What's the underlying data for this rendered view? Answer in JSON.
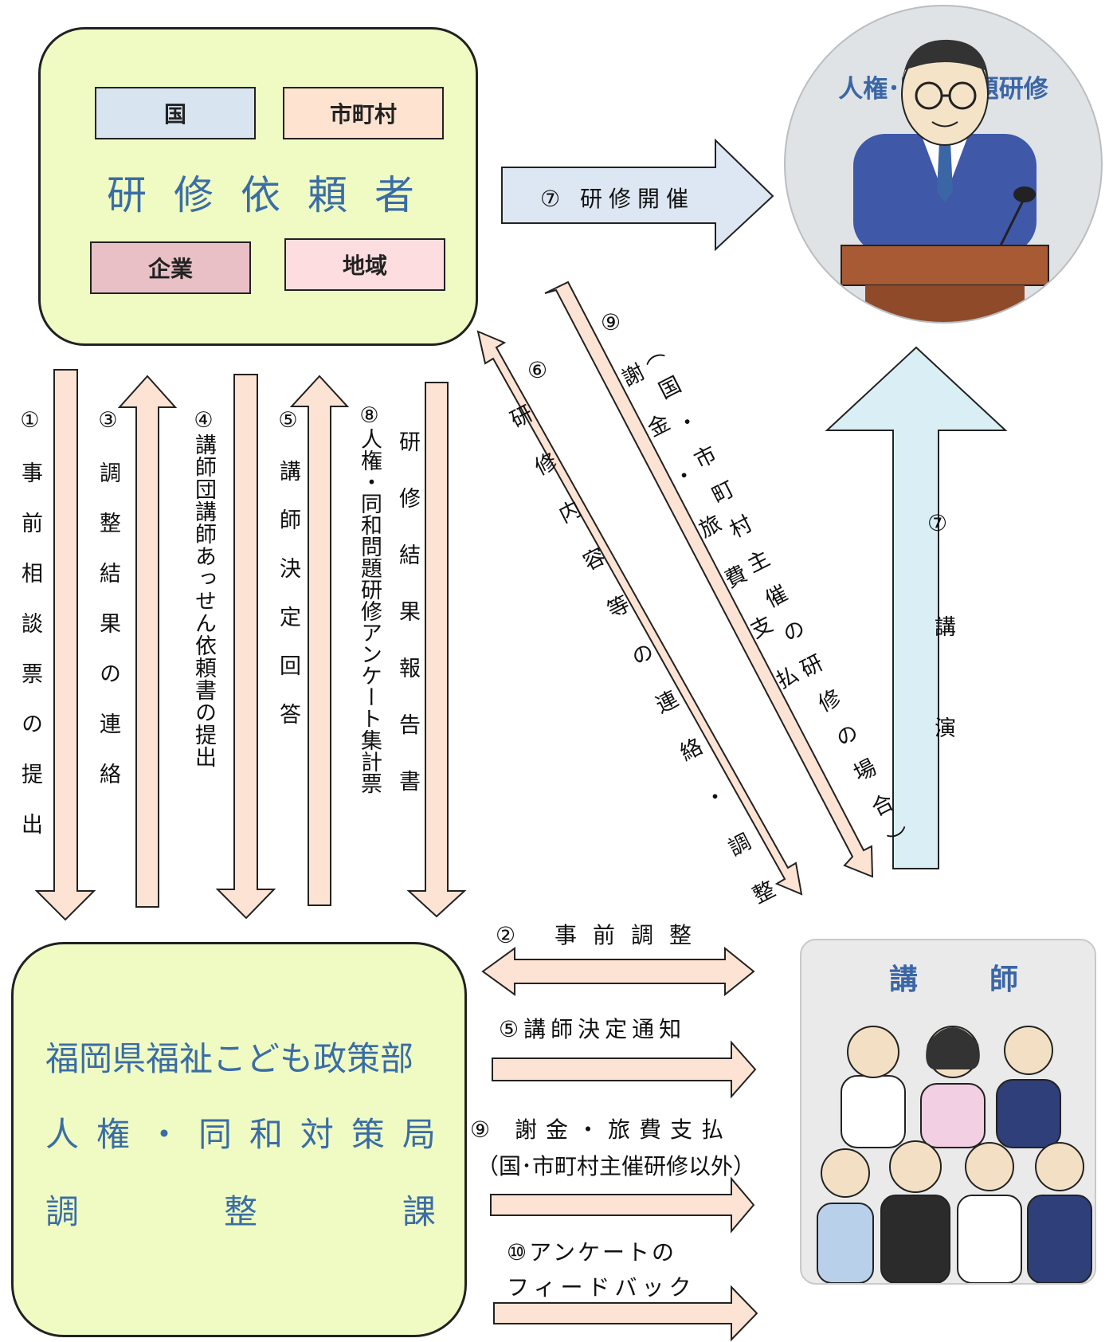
{
  "requester": {
    "title": "研修依頼者",
    "tags": [
      "国",
      "市町村",
      "企業",
      "地域"
    ],
    "tag_colors": [
      "#d9e4f1",
      "#fde3d0",
      "#e8c0c6",
      "#fddde0"
    ]
  },
  "office": {
    "line1": "福岡県福祉こども政策部",
    "line2": [
      "人",
      "権",
      "・",
      "同",
      "和",
      "対",
      "策",
      "局"
    ],
    "line3": [
      "調",
      "整",
      "課"
    ]
  },
  "seminar": {
    "title": "人権･同和問題研修"
  },
  "lecturers": {
    "title": [
      "講",
      "師"
    ]
  },
  "flows": {
    "f1": "①事前相談票の提出",
    "f3": "③調整結果の連絡",
    "f4": "④講師団講師あっせん依頼書の提出",
    "f5": "⑤講師決定回答",
    "f8": "⑧人権・同和問題研修アンケート集計票",
    "f8b": "研修結果報告書",
    "f6a": "⑥",
    "f6b": "研修内容等の連絡・調整",
    "f9a": "⑨",
    "f9b": "（国・市町村主催の研修の場合）",
    "f9c": "謝金・旅費支払",
    "f7_top": "⑦ 研修開催",
    "f7_num": "⑦",
    "f7_text": "講演",
    "b2": "② 事前調整",
    "b5": "⑤講師決定通知",
    "b9": "⑨ 謝金・旅費支払",
    "b9b": "（国･市町村主催研修以外）",
    "b10": "⑩アンケートの",
    "b10b": "フィードバック"
  },
  "colors": {
    "arrow_peach": "#fde3d3",
    "arrow_blue_light": "#dde7f3",
    "arrow_cyan": "#d9eef5",
    "box_fill": "#f0fbc4",
    "text_blue": "#3a6da5"
  }
}
